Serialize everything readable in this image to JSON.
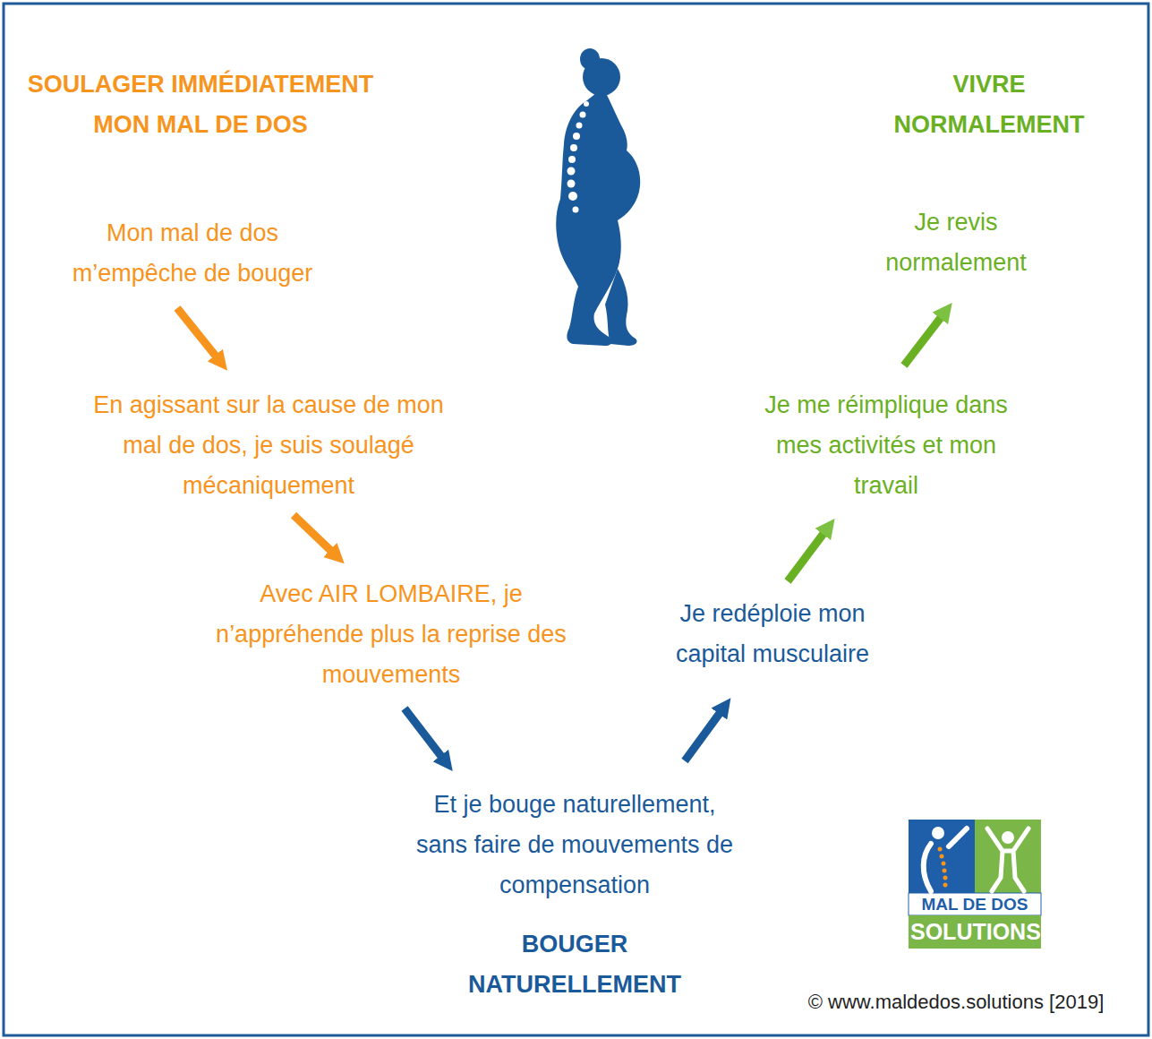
{
  "diagram": {
    "nodes": [
      {
        "text": [
          "Mon mal de dos m’empêche de bouger"
        ]
      },
      {
        "text": [
          "En agissant sur la cause de mon mal de dos, je suis soulagé mécaniquement"
        ]
      },
      {
        "text": [
          "Avec AIR LOMBAIRE, je n’appréhende plus la reprise des mouvements"
        ]
      },
      {
        "text": [
          "Et je bouge naturellement, sans faire de mouvements de compensation"
        ]
      },
      {
        "text": [
          "Je redéploie mon capital musculaire"
        ]
      },
      {
        "text": [
          "Je me réimplique dans mes activités et mon travail"
        ]
      },
      {
        "text": [
          "Je revis normalement"
        ]
      }
    ],
    "edges": [
      {
        "from": 0,
        "to": 1,
        "arrow": "to"
      },
      {
        "from": 1,
        "to": 2,
        "arrow": "to"
      },
      {
        "from": 2,
        "to": 3,
        "arrow": "to"
      },
      {
        "from": 3,
        "to": 4,
        "arrow": "to"
      },
      {
        "from": 4,
        "to": 5,
        "arrow": "to"
      },
      {
        "from": 5,
        "to": 6,
        "arrow": "to"
      }
    ],
    "labels": [
      "SOULAGER IMMÉDIATEMENT MON MAL DE DOS",
      "VIVRE NORMALEMENT",
      "BOUGER NATURELLEMENT",
      "MAL DE DOS",
      "SOLUTIONS",
      "© www.maldedos.solutions [2019]"
    ]
  }
}
